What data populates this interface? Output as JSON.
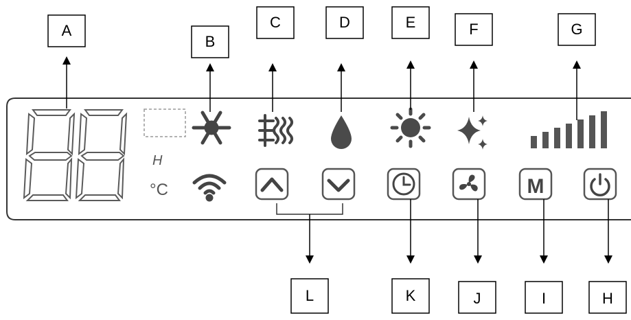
{
  "callouts": {
    "A": "A",
    "B": "B",
    "C": "C",
    "D": "D",
    "E": "E",
    "F": "F",
    "G": "G",
    "H": "H",
    "I": "I",
    "J": "J",
    "K": "K",
    "L": "L"
  },
  "panel": {
    "digits": "88",
    "humidity_letter": "H",
    "unit": "°C",
    "mode_button_letter": "M"
  },
  "icons": {
    "snowflake": "snowflake-icon",
    "defrost": "defrost-icon",
    "drop": "water-drop-icon",
    "sun": "sun-icon",
    "sparkle": "sparkle-icon",
    "signal": "signal-bars-icon",
    "wifi": "wifi-icon",
    "up": "chevron-up-icon",
    "down": "chevron-down-icon",
    "clock": "clock-icon",
    "fan": "fan-icon",
    "power": "power-icon"
  },
  "colors": {
    "icon": "#4a4a4a",
    "panel_border": "#333333",
    "digit_segment": "#5a5a5a"
  }
}
